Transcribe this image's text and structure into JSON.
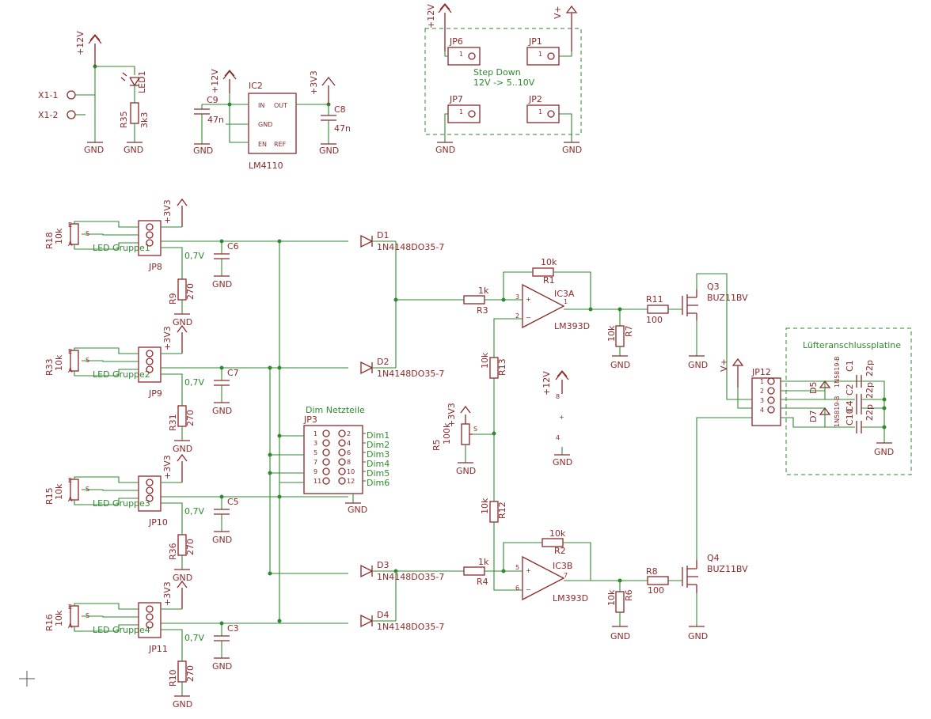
{
  "power": {
    "p12v": "+12V",
    "p3v3": "+3V3",
    "gnd": "GND",
    "vplus": "V+"
  },
  "connectors": {
    "x1_1": "X1-1",
    "x1_2": "X1-2"
  },
  "led1": {
    "name": "LED1",
    "res_name": "R35",
    "res_value": "3k3"
  },
  "ic2": {
    "name": "IC2",
    "part": "LM4110",
    "pins": {
      "in": "IN",
      "out": "OUT",
      "gnd": "GND",
      "en": "EN",
      "ref": "REF"
    },
    "c9_name": "C9",
    "c9_value": "47n",
    "c8_name": "C8",
    "c8_value": "47n"
  },
  "stepdown": {
    "title": "Step Down",
    "range": "12V -> 5..10V",
    "jp6": "JP6",
    "jp1": "JP1",
    "jp7": "JP7",
    "jp2": "JP2",
    "pin1": "1"
  },
  "led_groups": [
    {
      "pot": "R18",
      "pot_value": "10k",
      "label": "LED Gruppe1",
      "jp": "JP8",
      "cap": "C6",
      "res": "R9",
      "res_value": "270",
      "vdrop": "0,7V"
    },
    {
      "pot": "R33",
      "pot_value": "10k",
      "label": "LED Gruppe2",
      "jp": "JP9",
      "cap": "C7",
      "res": "R31",
      "res_value": "270",
      "vdrop": "0,7V"
    },
    {
      "pot": "R15",
      "pot_value": "10k",
      "label": "LED Gruppe3",
      "jp": "JP10",
      "cap": "C5",
      "res": "R36",
      "res_value": "270",
      "vdrop": "0,7V"
    },
    {
      "pot": "R16",
      "pot_value": "10k",
      "label": "LED Gruppe4",
      "jp": "JP11",
      "cap": "C3",
      "res": "R10",
      "res_value": "270",
      "vdrop": "0,7V"
    }
  ],
  "pot_pins": {
    "e": "E",
    "a": "A",
    "s": "S"
  },
  "diodes": [
    {
      "name": "D1",
      "part": "1N4148DO35-7"
    },
    {
      "name": "D2",
      "part": "1N4148DO35-7"
    },
    {
      "name": "D3",
      "part": "1N4148DO35-7"
    },
    {
      "name": "D4",
      "part": "1N4148DO35-7"
    }
  ],
  "dim": {
    "title": "Dim Netzteile",
    "jp": "JP3",
    "left_pins": [
      "1",
      "3",
      "5",
      "7",
      "9",
      "11"
    ],
    "right_pins": [
      "2",
      "4",
      "6",
      "8",
      "10",
      "12"
    ],
    "nets": [
      "Dim1",
      "Dim2",
      "Dim3",
      "Dim4",
      "Dim5",
      "Dim6"
    ]
  },
  "r5": {
    "name": "R5",
    "value": "100k"
  },
  "opamp_a": {
    "name": "IC3A",
    "part": "LM393D",
    "r1": "R1",
    "r1_value": "10k",
    "r3": "R3",
    "r3_value": "1k",
    "r7": "R7",
    "r7_value": "10k",
    "r11": "R11",
    "r11_value": "100",
    "q": "Q3",
    "q_part": "BUZ11BV",
    "pin_p": "3",
    "pin_n": "2",
    "pin_o": "1"
  },
  "opamp_b": {
    "name": "IC3B",
    "part": "LM393D",
    "r2": "R2",
    "r2_value": "10k",
    "r4": "R4",
    "r4_value": "1k",
    "r6": "R6",
    "r6_value": "10k",
    "r8": "R8",
    "r8_value": "100",
    "q": "Q4",
    "q_part": "BUZ11BV",
    "pin_p": "5",
    "pin_n": "6",
    "pin_o": "7"
  },
  "divider": {
    "r13": "R13",
    "r13_value": "10k",
    "r12": "R12",
    "r12_value": "10k"
  },
  "supply_pins": {
    "p8": "8",
    "p4": "4"
  },
  "fan": {
    "title": "Lüfteranschlussplatine",
    "jp": "JP12",
    "d5": "D5",
    "d7": "D7",
    "d_part_a": "1N5819-B",
    "d_part_b": "1N5819-B",
    "c1": "C1",
    "c2": "C2",
    "c4": "C4",
    "c10": "C10",
    "cap_value": "22p",
    "pins": [
      "1",
      "2",
      "3",
      "4"
    ]
  },
  "colors": {
    "symbol": "#8c2a2a",
    "wire": "#2f8a2f",
    "background": "#ffffff"
  }
}
